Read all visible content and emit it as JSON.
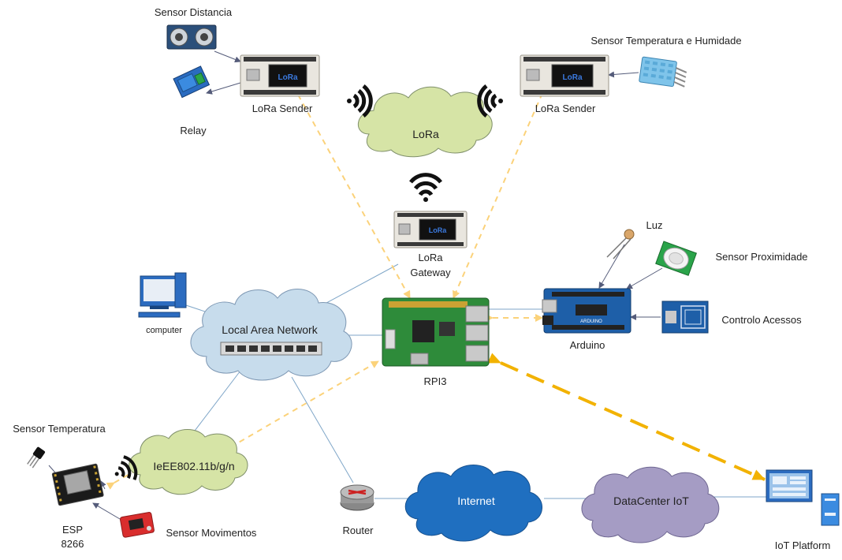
{
  "labels": {
    "sensor_distancia": "Sensor Distancia",
    "relay": "Relay",
    "lora_sender_left": "LoRa Sender",
    "lora_sender_right": "LoRa Sender",
    "sensor_temp_humidade": "Sensor Temperatura e Humidade",
    "lora_cloud": "LoRa",
    "lora_gateway_line1": "LoRa",
    "lora_gateway_line2": "Gateway",
    "computer": "computer",
    "lan": "Local Area Network",
    "rpi3": "RPI3",
    "luz": "Luz",
    "sensor_proximidade": "Sensor Proximidade",
    "controlo_acessos": "Controlo Acessos",
    "arduino": "Arduino",
    "sensor_temperatura": "Sensor Temperatura",
    "ieee": "IeEE802.11b/g/n",
    "esp_line1": "ESP",
    "esp_line2": "8266",
    "sensor_movimentos": "Sensor Movimentos",
    "router": "Router",
    "internet": "Internet",
    "datacenter": "DataCenter IoT",
    "iot_platform": "IoT Platform"
  },
  "colors": {
    "lora_cloud": "#d6e4a6",
    "lan_cloud": "#c7dcec",
    "internet_cloud": "#1f6fc0",
    "datacenter_cloud": "#a59cc4",
    "ieee_cloud": "#d6e4a6",
    "link_line": "#7fa6c8",
    "dashed_link": "#fbd27a",
    "iot_dashed_link": "#f2b200",
    "board_blue": "#1e5fa8",
    "rpi_green": "#2e8b3a"
  },
  "icons": [
    "ultrasonic-sensor-icon",
    "relay-icon",
    "lora-board-icon",
    "dht-sensor-icon",
    "wifi-icon",
    "computer-icon",
    "network-switch-icon",
    "raspberry-pi-icon",
    "arduino-icon",
    "ldr-icon",
    "pir-sensor-icon",
    "rfid-reader-icon",
    "temperature-sensor-icon",
    "esp8266-icon",
    "motion-sensor-icon",
    "router-icon",
    "iot-platform-icon"
  ]
}
